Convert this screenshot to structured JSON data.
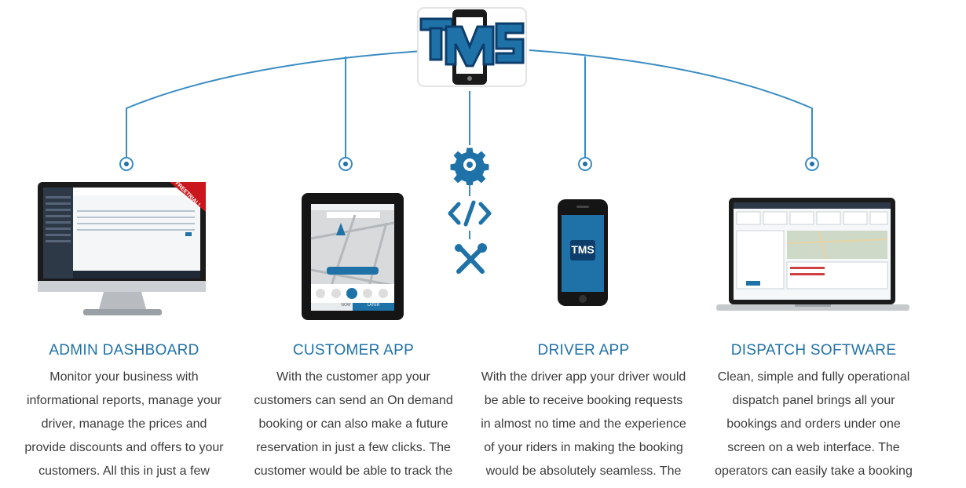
{
  "brand": {
    "logo_text": "TMS",
    "colors": {
      "primary": "#1f72a8",
      "dark": "#0d3d6b",
      "line": "#3a8cc2",
      "text": "#3b3b3b"
    }
  },
  "center_icons": [
    "gear-icon",
    "code-icon",
    "tools-icon"
  ],
  "cards": [
    {
      "title": "ADMIN DASHBOARD",
      "text": "Monitor your business with informational reports, manage your driver, manage the prices and provide discounts and offers to your customers. All this in just a few",
      "device": "desktop-monitor",
      "ribbon": "FREETRIAL!"
    },
    {
      "title": "CUSTOMER APP",
      "text": "With the customer app your customers can send an On demand booking or can also make a future reservation in just a few clicks. The customer would be able to track the",
      "device": "tablet",
      "buttons": [
        "NOW",
        "LATER"
      ]
    },
    {
      "title": "DRIVER APP",
      "text": "With the driver app your driver would be able to receive booking requests in almost no time and the experience of your riders in making the booking would be absolutely seamless. The",
      "device": "smartphone",
      "screen_logo": "TMS"
    },
    {
      "title": "DISPATCH SOFTWARE",
      "text": "Clean, simple and fully operational dispatch panel brings all your bookings and orders under one screen on a web interface. The operators can easily take a booking",
      "device": "laptop"
    }
  ]
}
